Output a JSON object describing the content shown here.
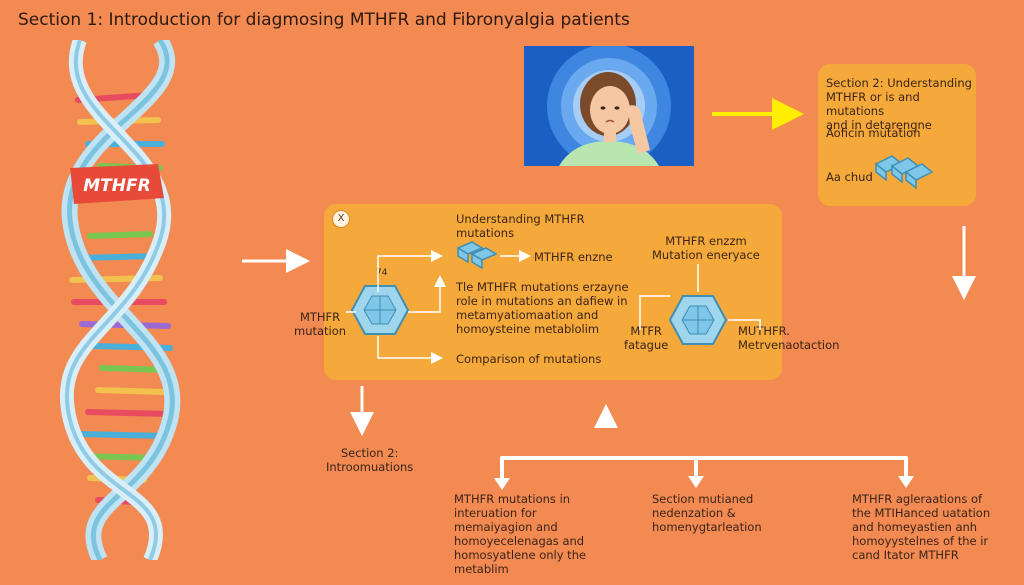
{
  "title": "Section 1: Introduction for diagmosing MTHFR and Fibronyalgia patients",
  "dna_label": "MTHFR",
  "colors": {
    "background": "#f28a52",
    "card": "#f6a93b",
    "photo_bg": "#1c5fc4",
    "yellow_arrow": "#ffee00",
    "white_arrow": "#ffffff",
    "crystal": "#7fc7e8"
  },
  "top_card": {
    "heading": "Section 2: Understanding\nMTHFR or is and mutations\nand in detarengne",
    "sub": "Aoficin mutation",
    "bottom": "Aa chud"
  },
  "main_card": {
    "close": "X",
    "heading": "Understanding MTHFR\nmutations",
    "enzyme": "MTHFR enzne",
    "body": "Tle MTHFR mutations erzayne\nrole in mutations an dafiew in\nmetamyatiomaation and\nhomoysteine metablolim",
    "comparison": "Comparison of mutations",
    "left_label": "MTHFR\nmutation",
    "marker": "74",
    "right_top": "MTHFR enzzm\nMutation eneryace",
    "fatigue": "MTFR\nfatague",
    "methylation": "MUTHFR.\nMetrvenaotaction"
  },
  "section2_label": "Section 2:\nIntroomuations",
  "bottom_items": [
    "MTHFR mutations in\ninteruation for\nmemaiyagion and\nhomoyecelenagas and\nhomosyatlene only the\nmetablim",
    "Section mutianed\nnedenzation &\nhomenygtarleation",
    "MTHFR agleraations of\nthe MTIHanced uatation\nand homeyastien anh\nhomoyystelnes of the ir\ncand Itator MTHFR"
  ]
}
